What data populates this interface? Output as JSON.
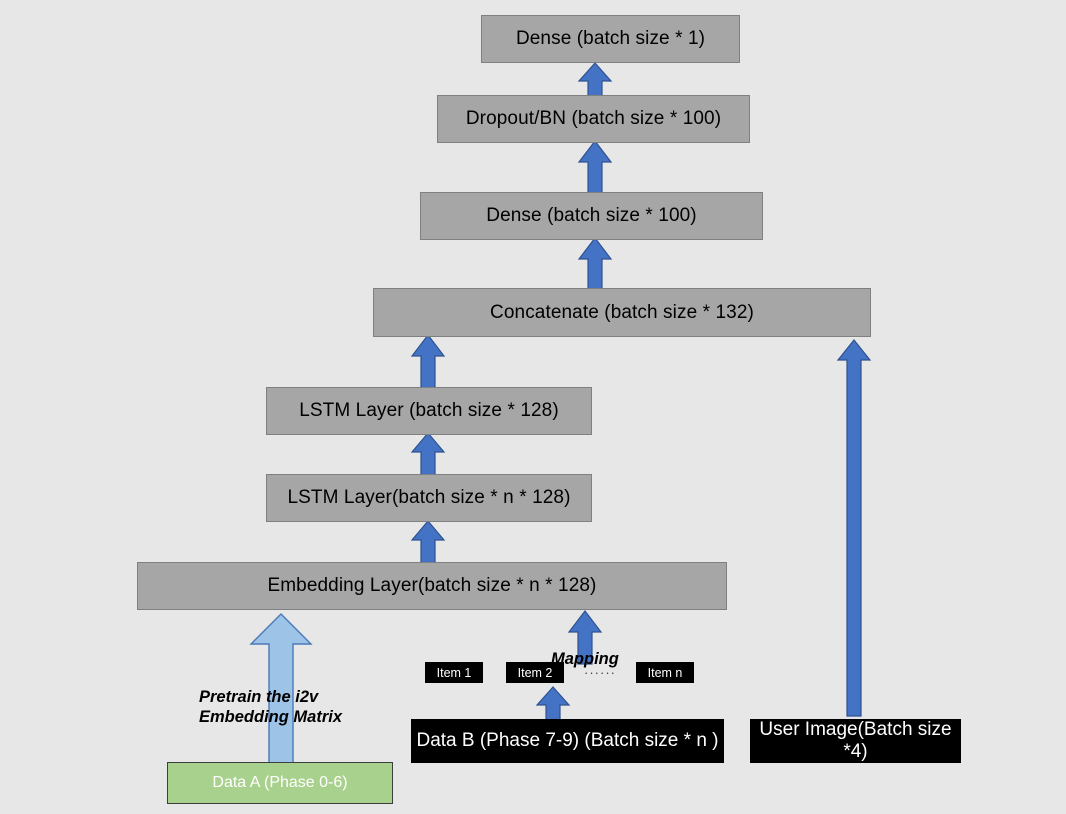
{
  "diagram": {
    "title": "Neural network architecture diagram",
    "background_color": "#e7e7e7",
    "colors": {
      "layer_fill": "#a6a6a6",
      "layer_border": "#808080",
      "data_fill": "#000000",
      "source_fill": "#a9d18e",
      "arrow_blue": "#4472c4",
      "arrow_blue_border": "#2f528f",
      "arrow_light_blue": "#9dc3e6",
      "arrow_light_blue_border": "#4a79b8"
    }
  },
  "layers": {
    "dense_out": "Dense (batch size * 1)",
    "dropout_bn": "Dropout/BN (batch size * 100)",
    "dense_100": "Dense (batch size * 100)",
    "concatenate": "Concatenate (batch size * 132)",
    "lstm_top": "LSTM Layer (batch size * 128)",
    "lstm_bottom": "LSTM Layer(batch size * n * 128)",
    "embedding": "Embedding Layer(batch size * n * 128)"
  },
  "inputs": {
    "data_a": "Data A (Phase 0-6)",
    "data_b": "Data B (Phase 7-9) (Batch size * n )",
    "user_image": "User Image(Batch size *4)"
  },
  "items": {
    "item_1": "Item 1",
    "item_2": "Item 2",
    "ellipsis": "······",
    "item_n": "Item n"
  },
  "annotations": {
    "mapping": "Mapping",
    "pretrain": "Pretrain the i2v\nEmbedding Matrix"
  }
}
